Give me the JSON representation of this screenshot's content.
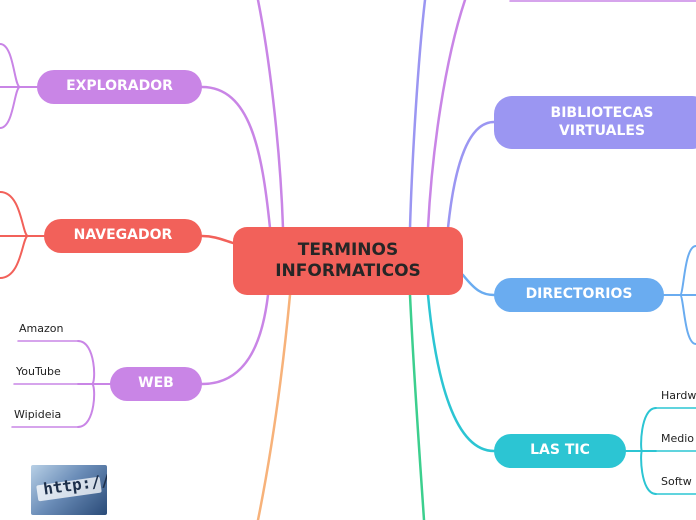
{
  "central": {
    "line1": "TERMINOS",
    "line2": "INFORMATICOS"
  },
  "branches": {
    "explorador": "EXPLORADOR",
    "navegador": "NAVEGADOR",
    "web": "WEB",
    "bibliotecas": {
      "line1": "BIBLIOTECAS",
      "line2": "VIRTUALES"
    },
    "directorios": "DIRECTORIOS",
    "lastic": "LAS TIC"
  },
  "leaves": {
    "web": [
      "Amazon",
      "YouTube",
      "Wipideia"
    ],
    "lastic": [
      "Hardw",
      "Medio",
      "Softw"
    ]
  },
  "colors": {
    "central": "#f2615a",
    "explorador": "#c985e6",
    "navegador": "#f2615a",
    "web": "#c985e6",
    "bibliotecas": "#9b96f2",
    "directorios": "#6aacf0",
    "lastic": "#2cc5d3",
    "offscreen_orange": "#f7b27a",
    "offscreen_green": "#3ccf8e"
  },
  "image": {
    "icon": "http-address-bar-image"
  }
}
